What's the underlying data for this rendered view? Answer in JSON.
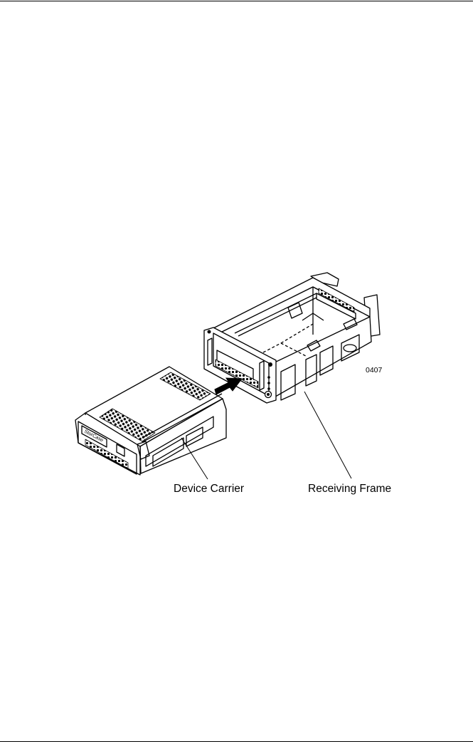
{
  "figure": {
    "figure_number": "0407",
    "labels": {
      "device_carrier": "Device Carrier",
      "receiving_frame": "Receiving Frame"
    },
    "carrier_logo": "StorCase"
  }
}
